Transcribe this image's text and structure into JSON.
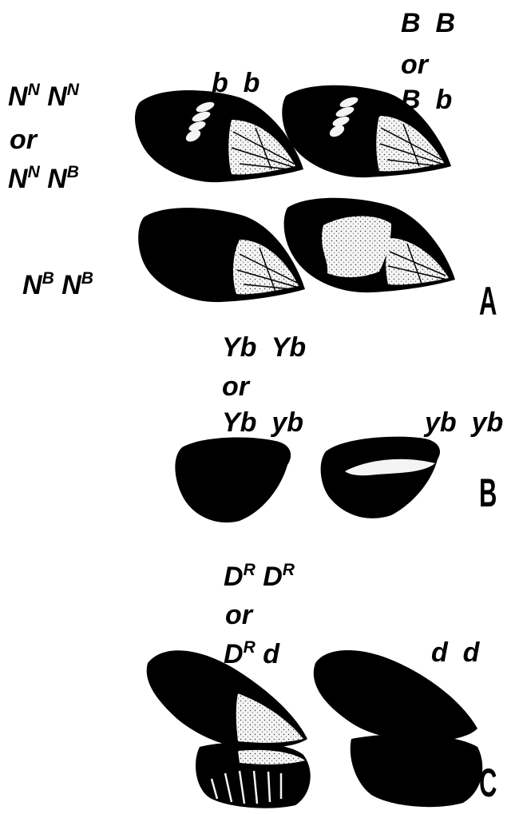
{
  "panel_a": {
    "letter": "A",
    "genotype_nn_row1": {
      "g1": "N",
      "s1": "N",
      "g2": "N",
      "s2": "N"
    },
    "or_1": "or",
    "genotype_nn_row2": {
      "g1": "N",
      "s1": "N",
      "g2": "N",
      "s2": "B"
    },
    "genotype_bb": "b  b",
    "genotype_BB_row1": "B  B",
    "or_2": "or",
    "genotype_BB_row2": "B  b",
    "genotype_nbnb": {
      "g1": "N",
      "s1": "B",
      "g2": "N",
      "s2": "B"
    }
  },
  "panel_b": {
    "letter": "B",
    "row1": "Yb  Yb",
    "or": "or",
    "row2": "Yb  yb",
    "recessive": "yb  yb"
  },
  "panel_c": {
    "letter": "C",
    "row1": {
      "g1": "D",
      "s1": "R",
      "g2": "D",
      "s2": "R"
    },
    "or": "or",
    "row2": {
      "g1": "D",
      "s1": "R",
      "g2": "d"
    },
    "recessive": "d  d"
  },
  "colors": {
    "wing": "#000000",
    "patch": "#f4f4f4",
    "background": "#ffffff"
  }
}
